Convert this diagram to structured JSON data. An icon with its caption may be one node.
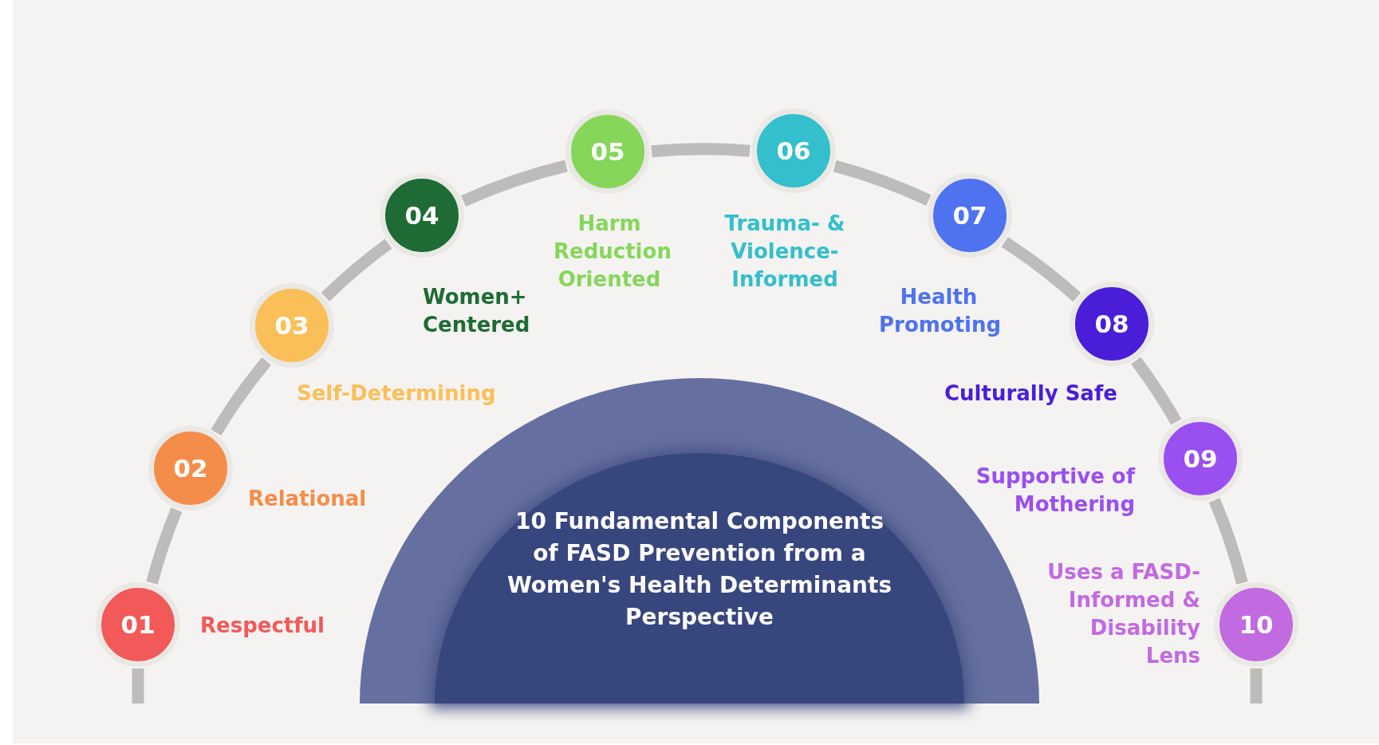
{
  "diagram": {
    "nodes": [
      {
        "text": [
          "01"
        ],
        "beside": [
          "Respectful"
        ]
      },
      {
        "text": [
          "02"
        ]
      },
      {
        "text": [
          "03"
        ]
      },
      {
        "text": [
          "04"
        ],
        "beside": [
          "Women+ Centered"
        ]
      },
      {
        "text": [
          "05"
        ],
        "beside": [
          "Harm Reduction Oriented"
        ]
      },
      {
        "text": [
          "06"
        ],
        "beside": [
          "Trauma- & Violence-Informed"
        ]
      },
      {
        "text": [
          "07"
        ],
        "beside": [
          "Health Promoting"
        ]
      },
      {
        "text": [
          "08"
        ]
      },
      {
        "text": [
          "09"
        ]
      },
      {
        "text": [
          "10"
        ],
        "beside": [
          "Uses a FASD-Informed & Disability Lens"
        ]
      },
      {
        "text": [
          "10 Fundamental Components of FASD Prevention from a Women's Health Determinants Perspective"
        ]
      }
    ],
    "edges": [
      {
        "from": null,
        "to": 0,
        "arrow": "none"
      },
      {
        "from": 0,
        "to": 1,
        "arrow": "none"
      },
      {
        "from": 1,
        "to": 2,
        "arrow": "none"
      },
      {
        "from": 2,
        "to": 3,
        "arrow": "none"
      },
      {
        "from": 3,
        "to": 4,
        "arrow": "none"
      },
      {
        "from": 4,
        "to": 5,
        "arrow": "none"
      },
      {
        "from": 5,
        "to": 6,
        "arrow": "none"
      },
      {
        "from": 6,
        "to": 7,
        "arrow": "none"
      },
      {
        "from": 7,
        "to": 8,
        "arrow": "none"
      },
      {
        "from": 8,
        "to": 9,
        "arrow": "none"
      },
      {
        "from": 9,
        "to": null,
        "arrow": "none"
      }
    ],
    "labels": [
      "Self-Determining",
      "Culturally Safe",
      "Relational",
      "Supportive of Mothering"
    ]
  }
}
